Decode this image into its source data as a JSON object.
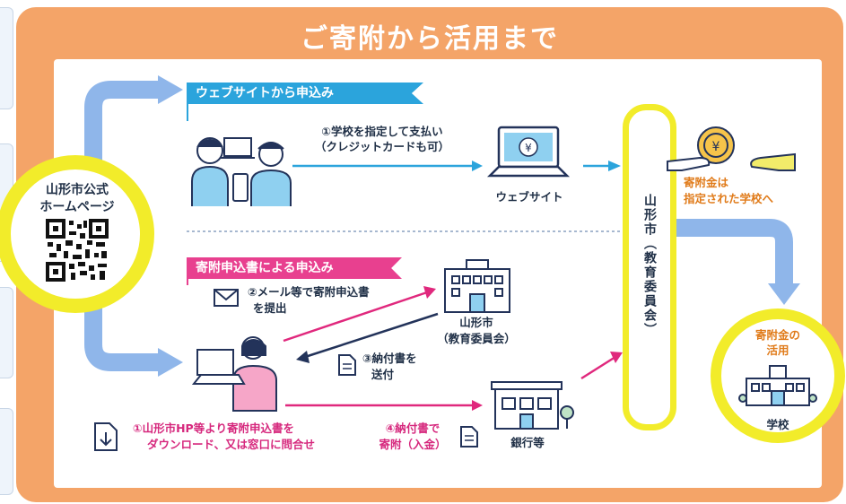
{
  "title": "ご寄附から活用まで",
  "homepage": {
    "line1": "山形市公式",
    "line2": "ホームページ",
    "qr_icon": "qr-code-icon"
  },
  "web_route": {
    "banner": "ウェブサイトから申込み",
    "step1_line1": "①学校を指定して支払い",
    "step1_line2": "（クレジットカードも可）",
    "site_label": "ウェブサイト"
  },
  "form_route": {
    "banner": "寄附申込書による申込み",
    "step2_line1": "②メール等で寄附申込書",
    "step2_line2": "を提出",
    "city_line1": "山形市",
    "city_line2": "（教育委員会）",
    "step3_line1": "③納付書を",
    "step3_line2": "送付",
    "step1_line1": "①山形市HP等より寄附申込書を",
    "step1_line2": "ダウンロード、又は窓口に問合せ",
    "step4_line1": "④納付書で",
    "step4_line2": "寄附（入金）",
    "bank_label": "銀行等"
  },
  "city_pill": "山形市（教育委員会）",
  "donation_note": {
    "line1": "寄附金は",
    "line2": "指定された学校へ"
  },
  "school": {
    "line1": "寄附金の",
    "line2": "活用",
    "label": "学校"
  },
  "colors": {
    "frame": "#f4a468",
    "web_banner": "#2ba4dc",
    "form_banner": "#e8408f",
    "highlight": "#f2ec2a",
    "web_arrow": "#2ba4dc",
    "form_arrow": "#e0287d",
    "big_arrow": "#8fb6ea"
  }
}
